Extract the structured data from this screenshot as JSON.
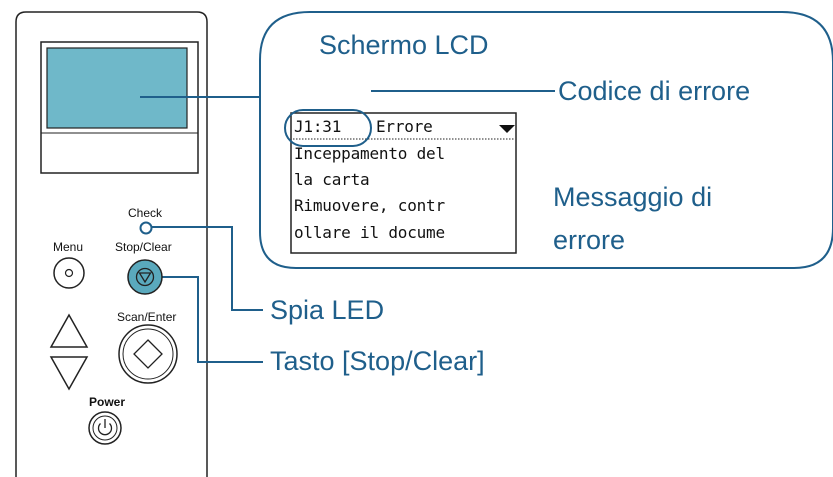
{
  "panel": {
    "check_label": "Check",
    "menu_label": "Menu",
    "stop_clear_label": "Stop/Clear",
    "scan_enter_label": "Scan/Enter",
    "power_label": "Power"
  },
  "lcd_zoom": {
    "line1_code": "J1:31",
    "line1_text": "Errore",
    "line2": "Inceppamento del",
    "line3": "la carta",
    "line4": "Rimuovere, contr",
    "line5": "ollare il docume"
  },
  "callouts": {
    "lcd_screen": "Schermo LCD",
    "error_code": "Codice di errore",
    "error_message_1": "Messaggio di",
    "error_message_2": "errore",
    "led": "Spia LED",
    "stop_clear_key": "Tasto [Stop/Clear]"
  },
  "colors": {
    "accent": "#1f5f8b",
    "lcd_fill": "#6fb8c9",
    "stop_button": "#5aa9bd"
  }
}
